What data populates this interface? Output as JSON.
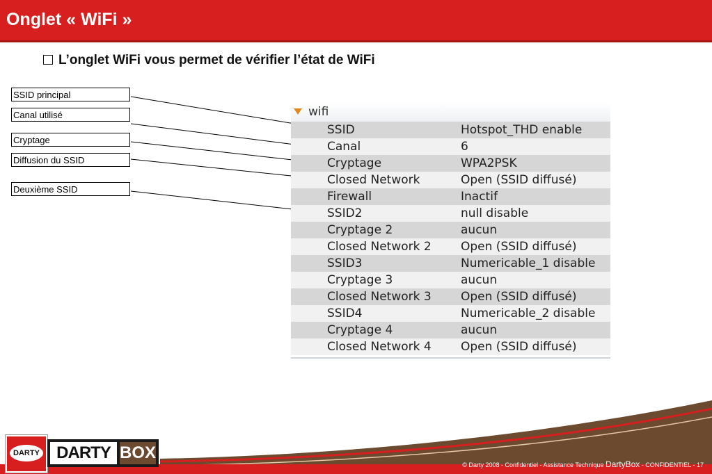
{
  "header": {
    "title": "Onglet « WiFi »"
  },
  "subtitle": "L’onglet WiFi vous permet de vérifier l’état de WiFi",
  "callouts": [
    "SSID principal",
    "Canal utilisé",
    "Cryptage",
    "Diffusion du SSID",
    "Deuxième SSID"
  ],
  "panel": {
    "title": "wifi",
    "rows": [
      {
        "key": "SSID",
        "value": "Hotspot_THD enable"
      },
      {
        "key": "Canal",
        "value": "6"
      },
      {
        "key": "Cryptage",
        "value": "WPA2PSK"
      },
      {
        "key": "Closed Network",
        "value": "Open (SSID diffusé)"
      },
      {
        "key": "Firewall",
        "value": "Inactif"
      },
      {
        "key": "SSID2",
        "value": "null disable"
      },
      {
        "key": "Cryptage 2",
        "value": "aucun"
      },
      {
        "key": "Closed Network 2",
        "value": "Open (SSID diffusé)"
      },
      {
        "key": "SSID3",
        "value": "Numericable_1 disable"
      },
      {
        "key": "Cryptage 3",
        "value": "aucun"
      },
      {
        "key": "Closed Network 3",
        "value": "Open (SSID diffusé)"
      },
      {
        "key": "SSID4",
        "value": "Numericable_2 disable"
      },
      {
        "key": "Cryptage 4",
        "value": "aucun"
      },
      {
        "key": "Closed Network 4",
        "value": "Open (SSID diffusé)"
      }
    ]
  },
  "footer": {
    "logo_text": "DARTY",
    "brand_left": "DARTY",
    "brand_right": "BOX",
    "copyright": "© Darty 2008 - Confidentiel - Assistance Technique",
    "product": "DartyBox",
    "confidential": "- CONFIDENTIEL - 17"
  },
  "colors": {
    "header_red": "#d71f1f",
    "footer_brown": "#6b4a2f",
    "row_dark": "#d6d6d6",
    "row_light": "#f1f1f1",
    "accent_orange": "#e08a1e"
  }
}
